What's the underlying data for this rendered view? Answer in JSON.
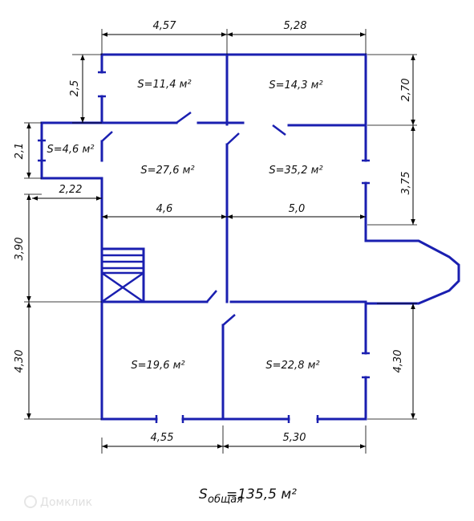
{
  "plan": {
    "dimensions": {
      "top_left": "4,57",
      "top_right": "5,28",
      "left_top": "2,5",
      "left_small": "2,1",
      "left_small_width": "2,22",
      "left_middle": "3,90",
      "left_bottom": "4,30",
      "inner_left": "4,6",
      "inner_right": "5,0",
      "right_top": "2,70",
      "right_middle": "3,75",
      "right_bottom": "4,30",
      "bottom_left": "4,55",
      "bottom_right": "5,30"
    },
    "rooms": [
      {
        "area": "S=11,4 м²"
      },
      {
        "area": "S=14,3 м²"
      },
      {
        "area": "S=4,6 м²"
      },
      {
        "area": "S=27,6 м²"
      },
      {
        "area": "S=35,2 м²"
      },
      {
        "area": "S=19,6 м²"
      },
      {
        "area": "S=22,8 м²"
      }
    ],
    "total": {
      "prefix": "S",
      "subscript": "общая",
      "value": "=135,5 м²"
    },
    "watermark": "Домклик"
  },
  "colors": {
    "walls": "#1a1fb0",
    "dimensions": "#000000"
  }
}
